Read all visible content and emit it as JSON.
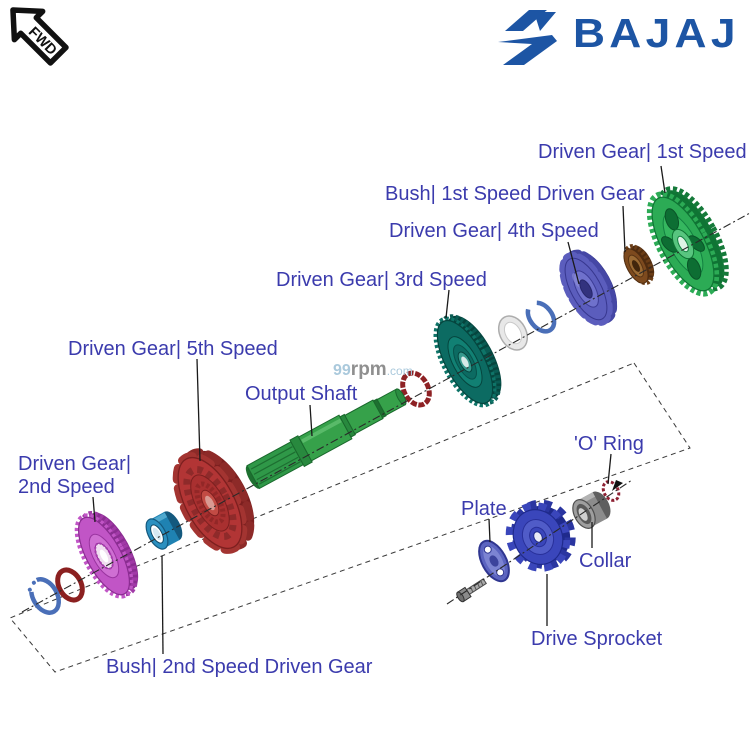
{
  "header": {
    "fwd_label": "FWD",
    "brand": {
      "wordmark": "BAJAJ",
      "color": "#1d55a4"
    }
  },
  "watermark": {
    "n1": "99",
    "n2": "rpm",
    "n3": ".com"
  },
  "diagram": {
    "label_color": "#3b3bad",
    "labels": {
      "driven_gear_1st": "Driven Gear| 1st Speed",
      "bush_1st": "Bush| 1st Speed Driven Gear",
      "driven_gear_4th": "Driven Gear| 4th Speed",
      "driven_gear_3rd": "Driven Gear| 3rd Speed",
      "driven_gear_5th": "Driven Gear| 5th Speed",
      "output_shaft": "Output Shaft",
      "driven_gear_2nd_line1": "Driven Gear|",
      "driven_gear_2nd_line2": "2nd Speed",
      "bush_2nd": "Bush| 2nd Speed Driven Gear",
      "o_ring": "'O' Ring",
      "plate": "Plate",
      "collar": "Collar",
      "drive_sprocket": "Drive Sprocket"
    },
    "parts": [
      {
        "name": "Driven Gear 1st Speed",
        "color": "#2cab55"
      },
      {
        "name": "Bush 1st Speed Driven Gear",
        "color": "#7d4a1e"
      },
      {
        "name": "Driven Gear 4th Speed",
        "color": "#5b5dbd"
      },
      {
        "name": "Circlip",
        "color": "#4a6fb8"
      },
      {
        "name": "Washer",
        "color": "#e8e8e8"
      },
      {
        "name": "Driven Gear 3rd Speed",
        "color": "#0c6b62"
      },
      {
        "name": "Spring Washer",
        "color": "#8e2124"
      },
      {
        "name": "Output Shaft",
        "color": "#36a14a"
      },
      {
        "name": "Driven Gear 5th Speed",
        "color": "#b23535"
      },
      {
        "name": "Bush 2nd Speed Driven Gear",
        "color": "#2b90c0"
      },
      {
        "name": "Driven Gear 2nd Speed",
        "color": "#c155c6"
      },
      {
        "name": "Drive Sprocket",
        "color": "#3a46bb"
      },
      {
        "name": "Collar",
        "color": "#9e9e9e"
      },
      {
        "name": "Plate",
        "color": "#5b64c0"
      },
      {
        "name": "O Ring",
        "color": "#8e2133"
      },
      {
        "name": "Bolt",
        "color": "#8a8a8a"
      }
    ]
  }
}
